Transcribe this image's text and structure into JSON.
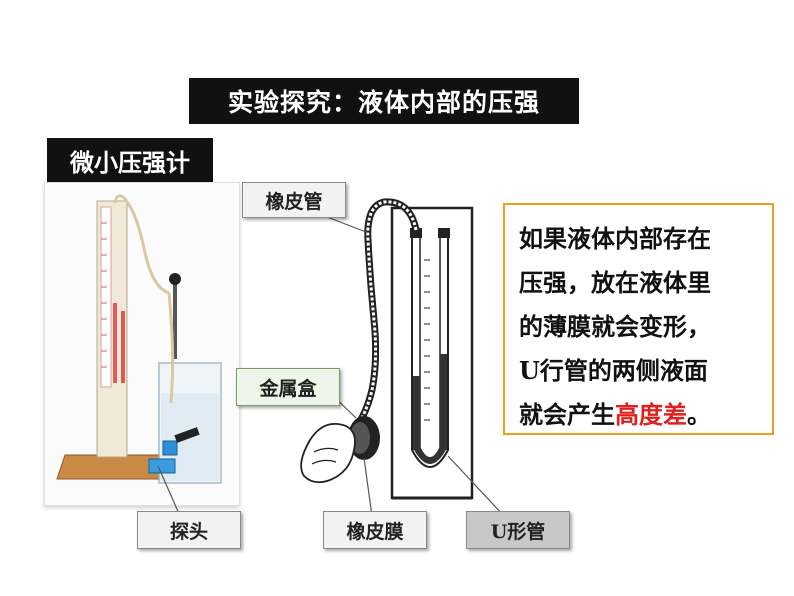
{
  "title": "实验探究：液体内部的压强",
  "subtitle": "微小压强计",
  "labels": {
    "rubber_tube": "橡皮管",
    "metal_box": "金属盒",
    "probe": "探头",
    "rubber_film": "橡皮膜",
    "u_tube": "U形管"
  },
  "info": {
    "line1": "如果液体内部存在",
    "line2": "压强，放在液体里",
    "line3": "的薄膜就会变形，",
    "line4": "U行管的两侧液面",
    "line5_prefix": "就会产生",
    "line5_highlight": "高度差",
    "line5_suffix": "。"
  },
  "colors": {
    "title_bg": "#111111",
    "info_border": "#e8a020",
    "highlight": "#e02020"
  }
}
